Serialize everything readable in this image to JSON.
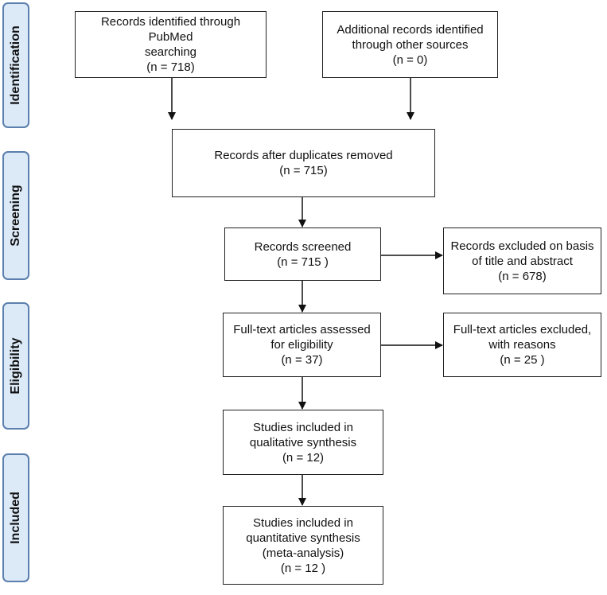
{
  "phases": {
    "identification": "Identification",
    "screening": "Screening",
    "eligibility": "Eligibility",
    "included": "Included"
  },
  "boxes": {
    "pubmed": {
      "line1": "Records identified through PubMed",
      "line2": "searching",
      "count": "(n =  718)"
    },
    "other": {
      "line1": "Additional records identified",
      "line2": "through other sources",
      "count": "(n = 0)"
    },
    "duplicates": {
      "line1": "Records after duplicates removed",
      "count": "(n = 715)"
    },
    "screened": {
      "line1": "Records screened",
      "count": "(n = 715 )"
    },
    "excluded_title": {
      "line1": "Records excluded on basis",
      "line2": "of title and abstract",
      "count": "(n = 678)"
    },
    "fulltext": {
      "line1": "Full-text articles assessed",
      "line2": "for eligibility",
      "count": "(n = 37)"
    },
    "fulltext_excluded": {
      "line1": "Full-text articles excluded,",
      "line2": "with reasons",
      "count": "(n = 25 )"
    },
    "qualitative": {
      "line1": "Studies included in",
      "line2": "qualitative synthesis",
      "count": "(n = 12)"
    },
    "quantitative": {
      "line1": "Studies included in",
      "line2": "quantitative synthesis",
      "line3": "(meta-analysis)",
      "count": "(n = 12 )"
    }
  }
}
